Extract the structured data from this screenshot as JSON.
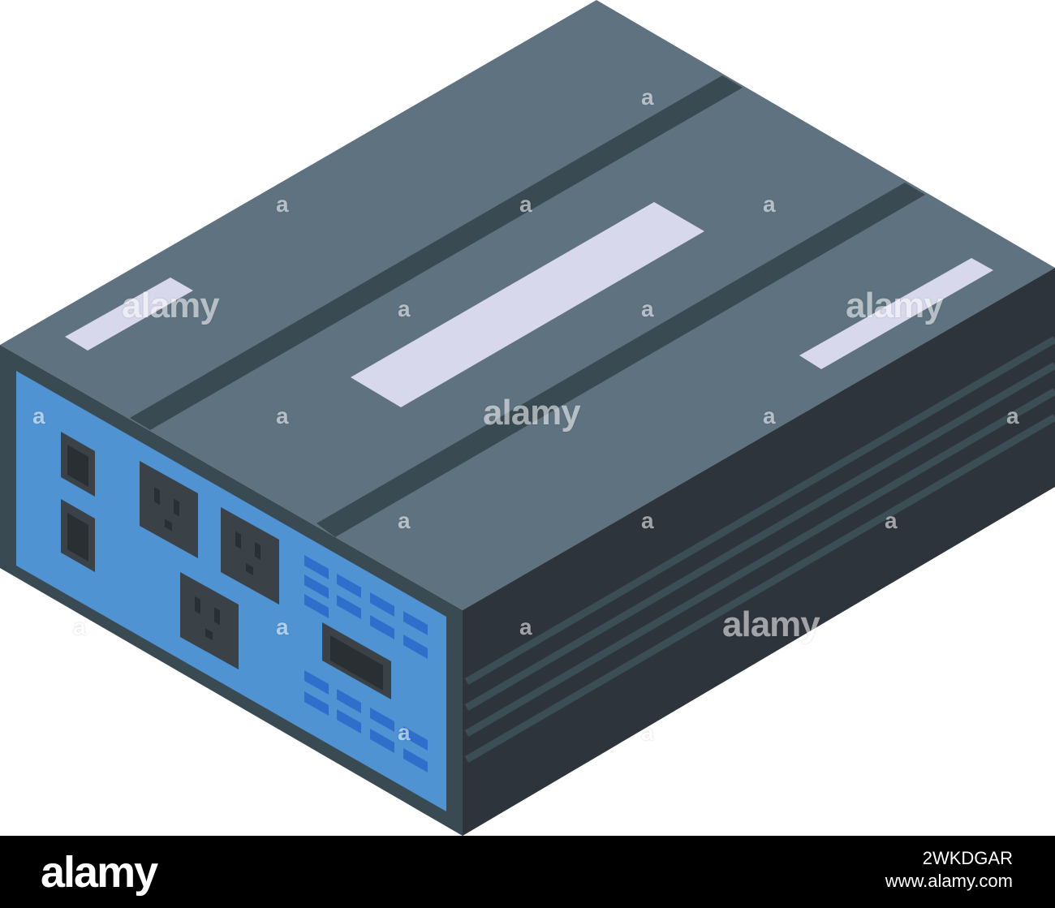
{
  "watermark": {
    "word": "alamy",
    "letter": "a"
  },
  "footer": {
    "logo": "alamy",
    "image_id": "2WKDGAR",
    "url": "www.alamy.com"
  },
  "colors": {
    "top": "#5e7280",
    "top_groove": "#3a4a52",
    "top_label": "#d8d8ec",
    "edge": "#3a4a52",
    "side": "#2e343b",
    "side_line": "#3b4e56",
    "front_panel": "#4f93d2",
    "outlet": "#3a4147",
    "outlet_dark": "#2a2f34",
    "led": "#2f6fcc"
  },
  "icons": [
    "power-outlet-icon",
    "vent-grille-icon",
    "display-icon",
    "led-indicator-icon"
  ]
}
